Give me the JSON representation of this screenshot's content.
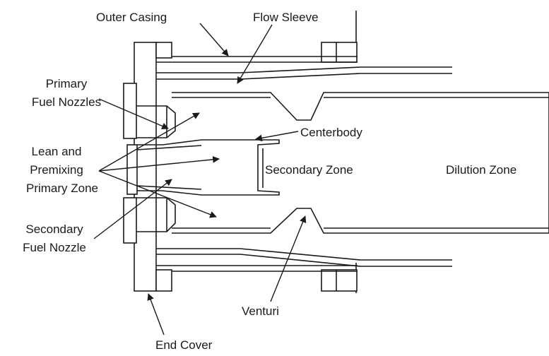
{
  "labels": {
    "outer_casing": "Outer Casing",
    "flow_sleeve": "Flow Sleeve",
    "primary_fuel_nozzles_1": "Primary",
    "primary_fuel_nozzles_2": "Fuel Nozzles",
    "centerbody": "Centerbody",
    "lean_1": "Lean and",
    "lean_2": "Premixing",
    "lean_3": "Primary Zone",
    "secondary_zone": "Secondary Zone",
    "dilution_zone": "Dilution Zone",
    "secondary_fuel_nozzle_1": "Secondary",
    "secondary_fuel_nozzle_2": "Fuel Nozzle",
    "venturi": "Venturi",
    "end_cover": "End Cover"
  }
}
